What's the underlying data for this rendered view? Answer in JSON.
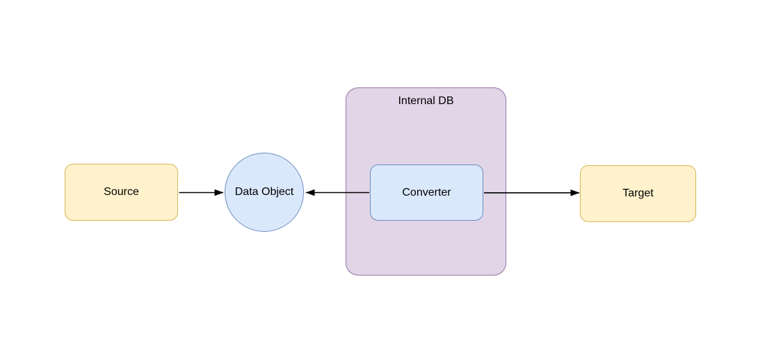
{
  "canvas": {
    "background": "#ffffff"
  },
  "diagram": {
    "nodes": {
      "source": {
        "label": "Source",
        "shape": "rounded-rectangle",
        "fill": "#fff2cc",
        "stroke": "#d6b656"
      },
      "data_object": {
        "label": "Data Object",
        "shape": "circle",
        "fill": "#dae8fc",
        "stroke": "#6c8ebf"
      },
      "internal_db": {
        "label": "Internal DB",
        "shape": "container",
        "fill": "#e1d5e7",
        "stroke": "#9673a6"
      },
      "converter": {
        "label": "Converter",
        "shape": "rounded-rectangle",
        "fill": "#dae8fc",
        "stroke": "#6c8ebf"
      },
      "target": {
        "label": "Target",
        "shape": "rounded-rectangle",
        "fill": "#fff2cc",
        "stroke": "#d6b656"
      }
    },
    "edges": [
      {
        "from": "source",
        "to": "data_object",
        "arrowhead": "right"
      },
      {
        "from": "converter",
        "to": "data_object",
        "arrowhead": "left"
      },
      {
        "from": "converter",
        "to": "target",
        "arrowhead": "right"
      }
    ],
    "edge_color": "#000000",
    "text_color": "#000000"
  }
}
